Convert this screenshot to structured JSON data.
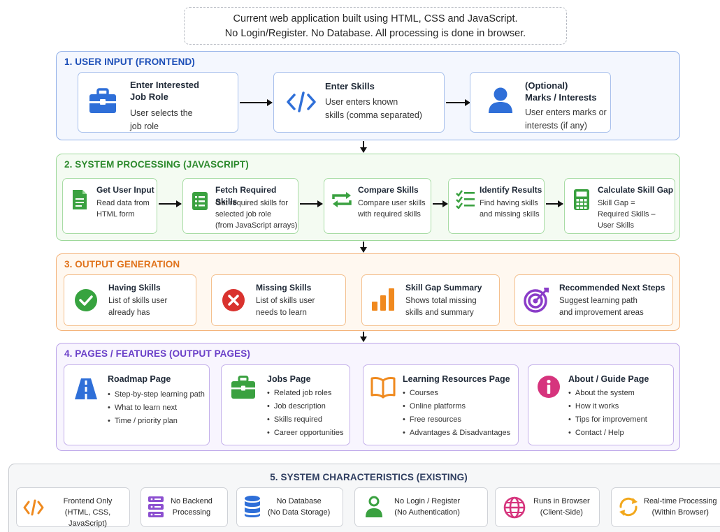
{
  "note": {
    "line1": "Current web application built using HTML, CSS and JavaScript.",
    "line2": "No Login/Register. No Database. All processing is done in browser."
  },
  "section1": {
    "title": "1. USER INPUT (FRONTEND)",
    "cards": [
      {
        "icon": "briefcase-icon",
        "title_lines": [
          "Enter Interested",
          "Job Role"
        ],
        "desc_lines": [
          "User selects the",
          "job role"
        ]
      },
      {
        "icon": "code-icon",
        "title_lines": [
          "Enter Skills"
        ],
        "desc_lines": [
          "User enters known",
          "skills (comma separated)"
        ]
      },
      {
        "icon": "user-icon",
        "title_lines": [
          "(Optional)",
          "Marks / Interests"
        ],
        "desc_lines": [
          "User enters marks or",
          "interests (if any)"
        ]
      }
    ]
  },
  "section2": {
    "title": "2. SYSTEM PROCESSING (JAVASCRIPT)",
    "cards": [
      {
        "icon": "document-icon",
        "title": "Get User Input",
        "desc_lines": [
          "Read data from",
          "HTML form"
        ]
      },
      {
        "icon": "list-icon",
        "title": "Fetch Required Skills",
        "desc_lines": [
          "Get required skills for",
          "selected job role",
          "(from JavaScript arrays)"
        ]
      },
      {
        "icon": "compare-arrows-icon",
        "title": "Compare Skills",
        "desc_lines": [
          "Compare user skills",
          "with required skills"
        ]
      },
      {
        "icon": "checklist-icon",
        "title": "Identify Results",
        "desc_lines": [
          "Find having skills",
          "and missing skills"
        ]
      },
      {
        "icon": "calculator-icon",
        "title": "Calculate Skill Gap",
        "desc_lines": [
          "Skill Gap =",
          "Required Skills –",
          "User Skills"
        ]
      }
    ]
  },
  "section3": {
    "title": "3. OUTPUT GENERATION",
    "cards": [
      {
        "icon": "check-circle-icon",
        "title": "Having Skills",
        "desc_lines": [
          "List of skills user",
          "already has"
        ]
      },
      {
        "icon": "x-circle-icon",
        "title": "Missing Skills",
        "desc_lines": [
          "List of skills user",
          "needs to learn"
        ]
      },
      {
        "icon": "bar-chart-icon",
        "title": "Skill Gap Summary",
        "desc_lines": [
          "Shows total missing",
          "skills and summary"
        ]
      },
      {
        "icon": "target-icon",
        "title": "Recommended Next Steps",
        "desc_lines": [
          "Suggest learning path",
          "and improvement areas"
        ]
      }
    ]
  },
  "section4": {
    "title": "4. PAGES / FEATURES (OUTPUT PAGES)",
    "cards": [
      {
        "icon": "road-icon",
        "title": "Roadmap Page",
        "items": [
          "Step-by-step learning path",
          "What to learn next",
          "Time / priority plan"
        ]
      },
      {
        "icon": "briefcase-icon",
        "title": "Jobs Page",
        "items": [
          "Related job roles",
          "Job description",
          "Skills required",
          "Career opportunities"
        ]
      },
      {
        "icon": "book-icon",
        "title": "Learning Resources Page",
        "items": [
          "Courses",
          "Online platforms",
          "Free resources",
          "Advantages & Disadvantages"
        ]
      },
      {
        "icon": "info-icon",
        "title": "About / Guide Page",
        "items": [
          "About the system",
          "How it works",
          "Tips for improvement",
          "Contact / Help"
        ]
      }
    ]
  },
  "section5": {
    "title": "5. SYSTEM CHARACTERISTICS (EXISTING)",
    "cards": [
      {
        "icon": "code-icon",
        "lines": [
          "Frontend Only",
          "(HTML, CSS, JavaScript)"
        ]
      },
      {
        "icon": "server-icon",
        "lines": [
          "No Backend",
          "Processing"
        ]
      },
      {
        "icon": "database-icon",
        "lines": [
          "No Database",
          "(No Data Storage)"
        ]
      },
      {
        "icon": "user-icon",
        "lines": [
          "No Login / Register",
          "(No Authentication)"
        ]
      },
      {
        "icon": "globe-icon",
        "lines": [
          "Runs in Browser",
          "(Client-Side)"
        ]
      },
      {
        "icon": "refresh-icon",
        "lines": [
          "Real-time Processing",
          "(Within Browser)"
        ]
      }
    ]
  },
  "colors": {
    "section1": "#1d4fb8",
    "section2": "#2d8a2d",
    "section3": "#e0731c",
    "section4": "#6a3fc8",
    "section5": "#2f3e60"
  }
}
